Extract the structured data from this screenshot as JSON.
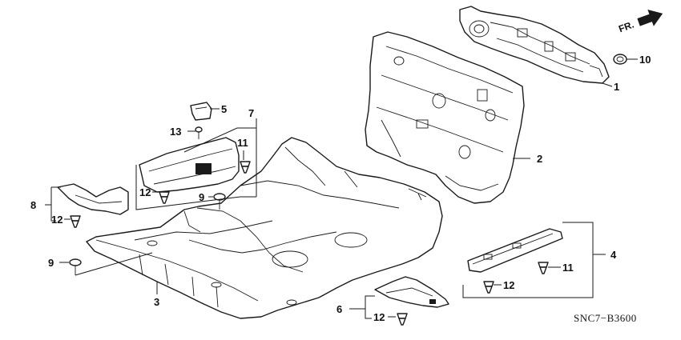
{
  "direction_label": "FR.",
  "diagram_code": "SNC7−B3600",
  "callouts": {
    "c1": "1",
    "c2": "2",
    "c3": "3",
    "c4": "4",
    "c5": "5",
    "c6": "6",
    "c7": "7",
    "c8": "8",
    "c9a": "9",
    "c9b": "9",
    "c10": "10",
    "c11a": "11",
    "c11b": "11",
    "c12a": "12",
    "c12b": "12",
    "c12c": "12",
    "c12d": "12",
    "c13": "13"
  }
}
